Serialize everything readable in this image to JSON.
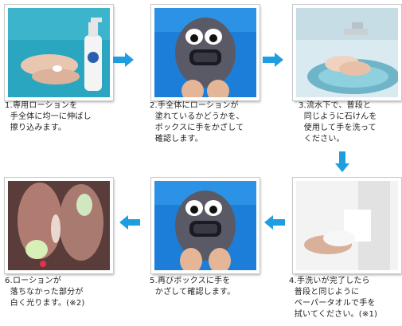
{
  "steps": [
    {
      "id": 1,
      "caption": "1.専用ローションを\n  手全体に均一に伸ばし\n  擦り込みます。",
      "image": "applying-lotion-photo"
    },
    {
      "id": 2,
      "caption": "2.手全体にローションが\n  塗れているかどうかを、\n  ボックスに手をかざして\n  確認します。",
      "image": "checking-box-photo"
    },
    {
      "id": 3,
      "caption": "3.流水下で、普段と\n  同じように石けんを\n  使用して手を洗って\n  ください。",
      "image": "washing-hands-photo"
    },
    {
      "id": 4,
      "caption": "4.手洗いが完了したら\n  普段と同じように\n  ペーパータオルで手を\n  拭いてください。(※1)",
      "image": "drying-hands-photo"
    },
    {
      "id": 5,
      "caption": "5.再びボックスに手を\n  かざして確認します。",
      "image": "rechecking-box-photo"
    },
    {
      "id": 6,
      "caption": "6.ローションが\n  落ちなかった部分が\n  白く光ります。(※2)",
      "image": "glowing-hands-photo"
    }
  ],
  "colors": {
    "arrow": "#1e9ee0",
    "frame": "#ffffff"
  },
  "icons": {
    "arrow_right": "arrow-right-icon",
    "arrow_down": "arrow-down-icon",
    "arrow_left": "arrow-left-icon"
  }
}
